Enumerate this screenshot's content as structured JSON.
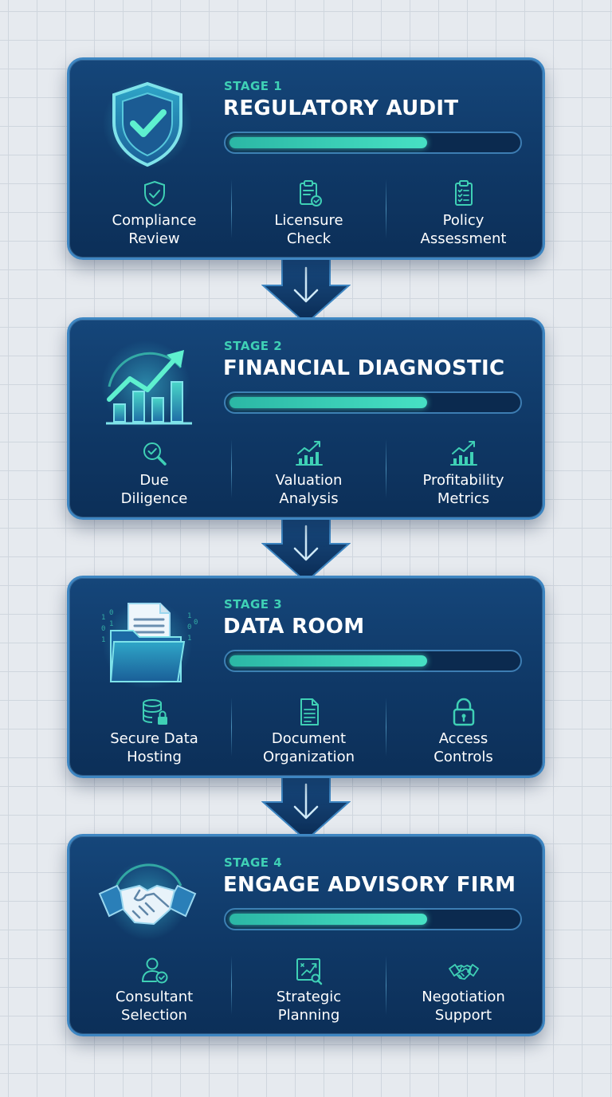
{
  "colors": {
    "card_fill": "#0f3866",
    "card_border": "#3e86c2",
    "accent_teal": "#3fd0b5",
    "text_white": "#ffffff",
    "background": "#e6eaef"
  },
  "stages": [
    {
      "stage_label": "STAGE 1",
      "title": "REGULATORY AUDIT",
      "progress": 0.7,
      "hero_icon": "shield-check-icon",
      "items": [
        {
          "label": "Compliance\nReview",
          "icon": "shield-check-icon"
        },
        {
          "label": "Licensure\nCheck",
          "icon": "clipboard-check-icon"
        },
        {
          "label": "Policy\nAssessment",
          "icon": "clipboard-list-icon"
        }
      ]
    },
    {
      "stage_label": "STAGE 2",
      "title": "FINANCIAL DIAGNOSTIC",
      "progress": 0.7,
      "hero_icon": "growth-chart-icon",
      "items": [
        {
          "label": "Due\nDiligence",
          "icon": "magnifier-check-icon"
        },
        {
          "label": "Valuation\nAnalysis",
          "icon": "bar-chart-arrow-icon"
        },
        {
          "label": "Profitability\nMetrics",
          "icon": "bar-chart-arrow-icon"
        }
      ]
    },
    {
      "stage_label": "STAGE 3",
      "title": "DATA ROOM",
      "progress": 0.7,
      "hero_icon": "folder-documents-icon",
      "items": [
        {
          "label": "Secure Data\nHosting",
          "icon": "database-lock-icon"
        },
        {
          "label": "Document\nOrganization",
          "icon": "document-icon"
        },
        {
          "label": "Access\nControls",
          "icon": "padlock-icon"
        }
      ]
    },
    {
      "stage_label": "STAGE 4",
      "title": "ENGAGE ADVISORY FIRM",
      "progress": 0.7,
      "hero_icon": "handshake-icon",
      "items": [
        {
          "label": "Consultant\nSelection",
          "icon": "user-check-icon"
        },
        {
          "label": "Strategic\nPlanning",
          "icon": "strategy-board-icon"
        },
        {
          "label": "Negotiation\nSupport",
          "icon": "handshake-icon"
        }
      ]
    }
  ]
}
